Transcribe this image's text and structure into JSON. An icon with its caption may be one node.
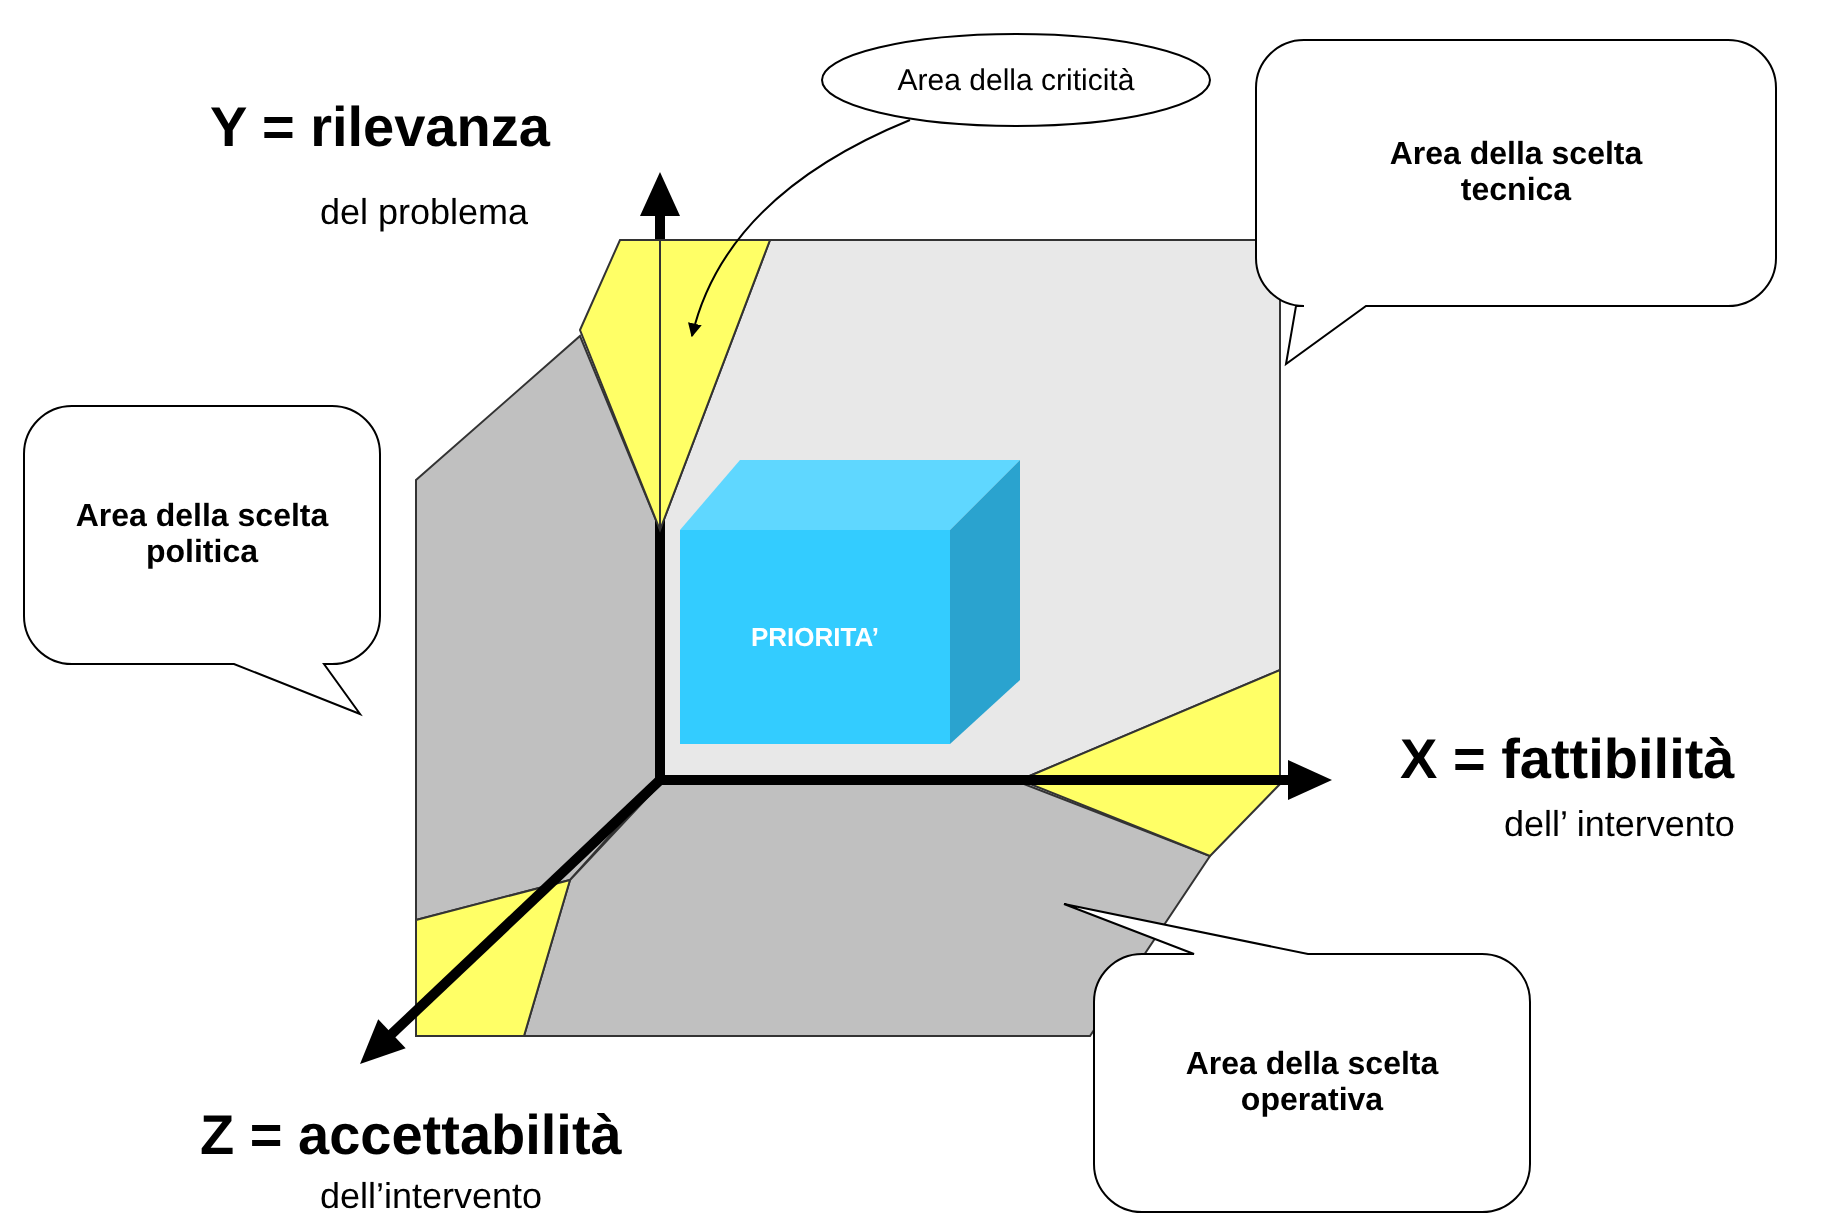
{
  "diagram": {
    "nodes": [
      {
        "text": [
          "Area della criticità"
        ]
      },
      {
        "text": [],
        "shape": "triangle"
      },
      {
        "text": [
          "Area della scelta tecnica"
        ]
      },
      {
        "text": [
          "Area della scelta politica"
        ]
      },
      {
        "text": [
          "PRIORITA’"
        ]
      },
      {
        "text": [
          "Area della scelta operativa"
        ]
      }
    ],
    "edges": [
      {
        "from": 0,
        "to": 1,
        "arrow": "to"
      }
    ],
    "labels": [
      "Y = rilevanza",
      "del problema",
      "X = fattibilità",
      "dell’ intervento",
      "Z = accettabilità",
      "dell’intervento"
    ]
  }
}
